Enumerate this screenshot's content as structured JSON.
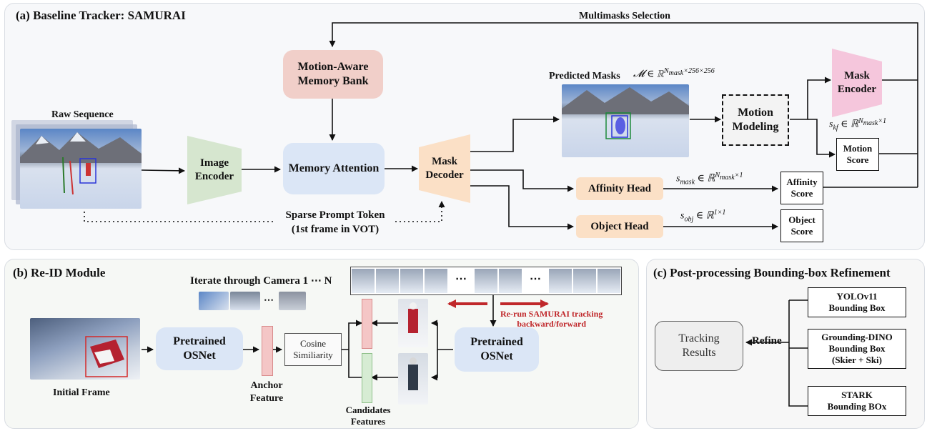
{
  "panel_a": {
    "title": "(a) Baseline Tracker: SAMURAI",
    "raw_sequence": "Raw Sequence",
    "image_encoder": "Image\nEncoder",
    "memory_bank": "Motion-Aware\nMemory Bank",
    "memory_attention": "Memory Attention",
    "mask_decoder": "Mask\nDecoder",
    "sparse_prompt": "Sparse Prompt Token\n(1st frame in VOT)",
    "predicted_masks": "Predicted Masks",
    "multimasks_selection": "Multimasks Selection",
    "motion_modeling": "Motion\nModeling",
    "mask_encoder": "Mask\nEncoder",
    "motion_score": "Motion\nScore",
    "affinity_head": "Affinity Head",
    "affinity_score": "Affinity\nScore",
    "object_head": "Object Head",
    "object_score": "Object\nScore",
    "math_M": "𝓜 ∈ ℝ",
    "math_M_sup": "N",
    "math_M_sup_sub": "mask",
    "math_M_tail": "×256×256",
    "math_kf": "s",
    "math_kf_sub": "kf",
    "math_kf_in": " ∈ ℝ",
    "math_kf_sup": "N",
    "math_kf_sup_sub": "mask",
    "math_kf_tail": "×1",
    "math_mask": "s",
    "math_mask_sub": "mask",
    "math_mask_in": " ∈ ℝ",
    "math_mask_sup": "N",
    "math_mask_sup_sub": "mask",
    "math_mask_tail": "×1",
    "math_obj": "s",
    "math_obj_sub": "obj",
    "math_obj_in": " ∈ ℝ",
    "math_obj_sup": "1×1"
  },
  "panel_b": {
    "title": "(b) Re-ID Module",
    "iterate": "Iterate through Camera 1 ⋯ N",
    "ellipsis": "⋯",
    "pretrained_osnet_left": "Pretrained\nOSNet",
    "pretrained_osnet_right": "Pretrained\nOSNet",
    "cosine": "Cosine\nSimiliarity",
    "anchor_feature": "Anchor\nFeature",
    "candidates_features": "Candidates\nFeatures",
    "initial_frame": "Initial Frame",
    "rerun": "Re-run SAMURAI tracking\nbackward/forward"
  },
  "panel_c": {
    "title": "(c) Post-processing Bounding-box Refinement",
    "tracking_results": "Tracking\nResults",
    "refine": "Refine",
    "yolo": "YOLOv11\nBounding Box",
    "grounding": "Grounding-DINO\nBounding Box\n(Skier + Ski)",
    "stark": "STARK\nBounding BOx"
  },
  "colors": {
    "encoder_green": "#d6e6cf",
    "memory_bank_red": "#f1cfc9",
    "memory_attention_blue": "#dbe6f6",
    "mask_decoder_orange": "#fbe0c6",
    "mask_encoder_pink": "#f5c6dc",
    "osnet_blue": "#dbe6f6",
    "anchor_red": "#f4c6c6",
    "candidate_green": "#d6ecd3",
    "rerun_red": "#c0282b",
    "panel_fill": "#f7f8fa",
    "panel_c_fill": "#f7f7f7"
  }
}
